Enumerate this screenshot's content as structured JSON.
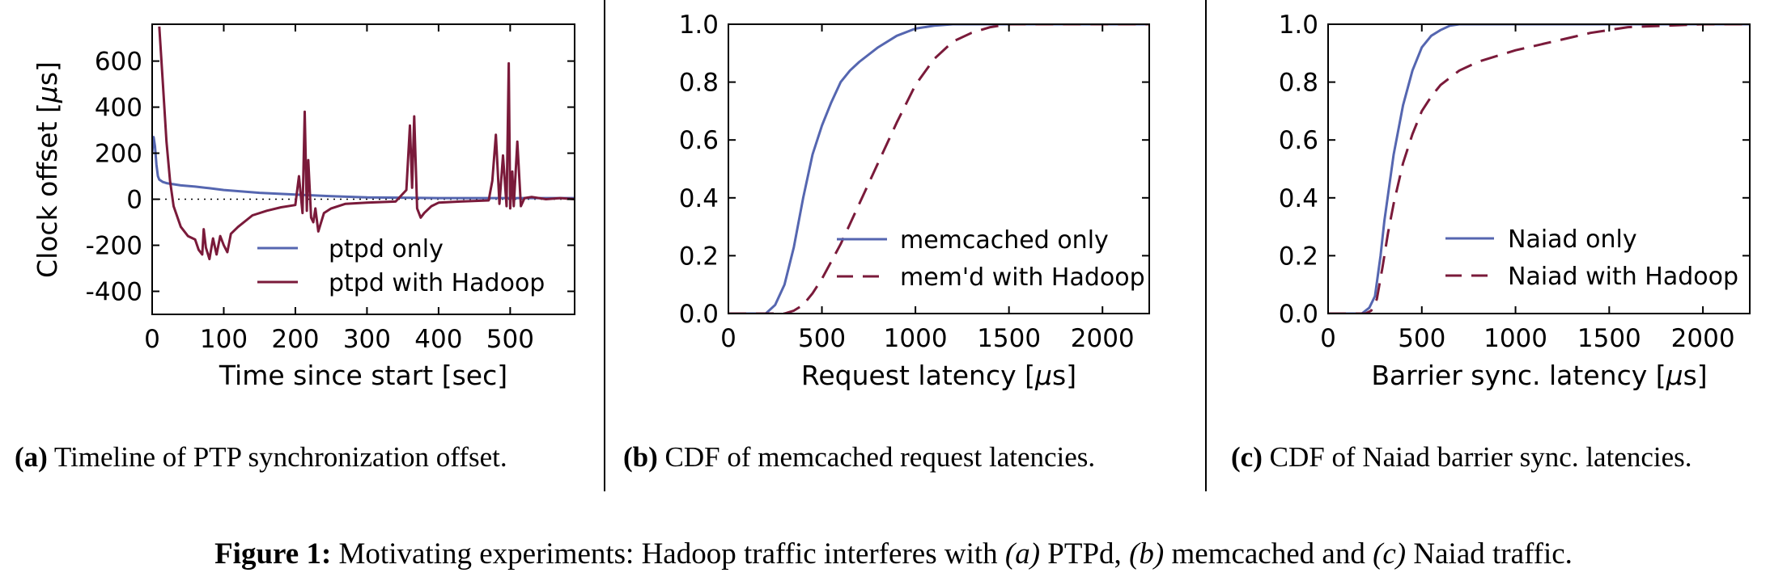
{
  "colors": {
    "blue": "#5566b0",
    "red": "#7a1a3a"
  },
  "panels": [
    {
      "caption_id": "(a)",
      "caption_text": " Timeline of PTP synchronization offset."
    },
    {
      "caption_id": "(b)",
      "caption_text": " CDF of memcached request latencies."
    },
    {
      "caption_id": "(c)",
      "caption_text": " CDF of Naiad barrier sync. latencies."
    }
  ],
  "figure_caption": {
    "label": "Figure 1:",
    "t1": " Motivating experiments: Hadoop traffic interferes with ",
    "a": "(a)",
    "t2": " PTPd, ",
    "b": "(b)",
    "t3": " memcached and ",
    "c": "(c)",
    "t4": " Naiad traffic."
  },
  "chart_data": [
    {
      "type": "line",
      "ylabel_pre": "Clock offset [",
      "ylabel_mu": "μ",
      "ylabel_post": "s]",
      "xlabel": "Time since start [sec]",
      "xlim": [
        0,
        590
      ],
      "ylim": [
        -500,
        760
      ],
      "xticks": [
        0,
        100,
        200,
        300,
        400,
        500
      ],
      "yticks": [
        -400,
        -200,
        0,
        200,
        400,
        600
      ],
      "zero_line": true,
      "legend_position": "bottom-right",
      "series": [
        {
          "name": "ptpd only",
          "color": "#5566b0",
          "style": "solid",
          "x": [
            0,
            2,
            4,
            6,
            8,
            10,
            15,
            20,
            40,
            60,
            80,
            100,
            150,
            200,
            250,
            300,
            400,
            500,
            590
          ],
          "y": [
            200,
            270,
            230,
            150,
            100,
            85,
            75,
            70,
            60,
            55,
            48,
            40,
            28,
            20,
            13,
            8,
            5,
            5,
            5
          ]
        },
        {
          "name": "ptpd with Hadoop",
          "color": "#7a1a3a",
          "style": "solid",
          "x": [
            10,
            15,
            20,
            25,
            30,
            40,
            50,
            60,
            65,
            70,
            72,
            75,
            80,
            85,
            90,
            95,
            100,
            105,
            110,
            120,
            140,
            160,
            180,
            200,
            205,
            210,
            213,
            216,
            218,
            222,
            225,
            228,
            232,
            240,
            250,
            270,
            300,
            340,
            355,
            360,
            363,
            366,
            370,
            375,
            380,
            390,
            400,
            430,
            470,
            475,
            480,
            485,
            490,
            495,
            498,
            500,
            503,
            505,
            510,
            515,
            520,
            530,
            550,
            570,
            590
          ],
          "y": [
            750,
            500,
            250,
            80,
            -30,
            -120,
            -160,
            -175,
            -220,
            -240,
            -130,
            -210,
            -260,
            -170,
            -240,
            -160,
            -200,
            -230,
            -150,
            -120,
            -70,
            -50,
            -35,
            -25,
            100,
            -60,
            380,
            -50,
            170,
            -80,
            -100,
            -40,
            -140,
            -60,
            -40,
            -20,
            -15,
            -10,
            40,
            320,
            50,
            360,
            -40,
            -80,
            -60,
            -30,
            -15,
            -10,
            -5,
            80,
            280,
            -20,
            190,
            -30,
            590,
            -40,
            120,
            -30,
            250,
            -30,
            5,
            10,
            0,
            5,
            0
          ]
        }
      ]
    },
    {
      "type": "line",
      "xlabel_pre": "Request latency [",
      "xlabel_mu": "μ",
      "xlabel_post": "s]",
      "xlim": [
        0,
        2250
      ],
      "ylim": [
        0,
        1
      ],
      "xticks": [
        0,
        500,
        1000,
        1500,
        2000
      ],
      "yticks": [
        0.0,
        0.2,
        0.4,
        0.6,
        0.8,
        1.0
      ],
      "legend_position": "bottom-right",
      "series": [
        {
          "name": "memcached only",
          "color": "#5566b0",
          "style": "solid",
          "x": [
            0,
            200,
            250,
            300,
            350,
            400,
            450,
            500,
            550,
            600,
            650,
            700,
            800,
            900,
            1000,
            1100,
            1200,
            1400,
            2250
          ],
          "y": [
            0,
            0,
            0.03,
            0.1,
            0.23,
            0.4,
            0.55,
            0.65,
            0.73,
            0.8,
            0.84,
            0.87,
            0.92,
            0.96,
            0.985,
            0.995,
            1.0,
            1.0,
            1.0
          ]
        },
        {
          "name": "mem'd with Hadoop",
          "color": "#7a1a3a",
          "style": "dashed",
          "x": [
            0,
            300,
            350,
            400,
            450,
            500,
            600,
            700,
            800,
            900,
            1000,
            1100,
            1200,
            1300,
            1400,
            1500,
            1700,
            2250
          ],
          "y": [
            0,
            0,
            0.01,
            0.03,
            0.07,
            0.12,
            0.24,
            0.38,
            0.52,
            0.66,
            0.79,
            0.88,
            0.94,
            0.97,
            0.99,
            1.0,
            1.0,
            1.0
          ]
        }
      ]
    },
    {
      "type": "line",
      "xlabel_pre": "Barrier sync. latency [",
      "xlabel_mu": "μ",
      "xlabel_post": "s]",
      "xlim": [
        0,
        2250
      ],
      "ylim": [
        0,
        1
      ],
      "xticks": [
        0,
        500,
        1000,
        1500,
        2000
      ],
      "yticks": [
        0.0,
        0.2,
        0.4,
        0.6,
        0.8,
        1.0
      ],
      "legend_position": "bottom-right",
      "series": [
        {
          "name": "Naiad only",
          "color": "#5566b0",
          "style": "solid",
          "x": [
            0,
            180,
            220,
            250,
            280,
            300,
            350,
            400,
            450,
            500,
            550,
            600,
            650,
            700,
            800,
            2250
          ],
          "y": [
            0,
            0,
            0.02,
            0.06,
            0.2,
            0.32,
            0.55,
            0.72,
            0.84,
            0.92,
            0.96,
            0.98,
            0.995,
            1.0,
            1.0,
            1.0
          ]
        },
        {
          "name": "Naiad with Hadoop",
          "color": "#7a1a3a",
          "style": "dashed",
          "x": [
            0,
            200,
            230,
            260,
            290,
            320,
            350,
            400,
            450,
            500,
            550,
            600,
            700,
            800,
            1000,
            1200,
            1400,
            1600,
            1800,
            2000,
            2250
          ],
          "y": [
            0,
            0,
            0.01,
            0.05,
            0.16,
            0.28,
            0.38,
            0.52,
            0.62,
            0.7,
            0.75,
            0.79,
            0.84,
            0.87,
            0.91,
            0.94,
            0.97,
            0.99,
            0.995,
            1.0,
            1.0
          ]
        }
      ]
    }
  ]
}
